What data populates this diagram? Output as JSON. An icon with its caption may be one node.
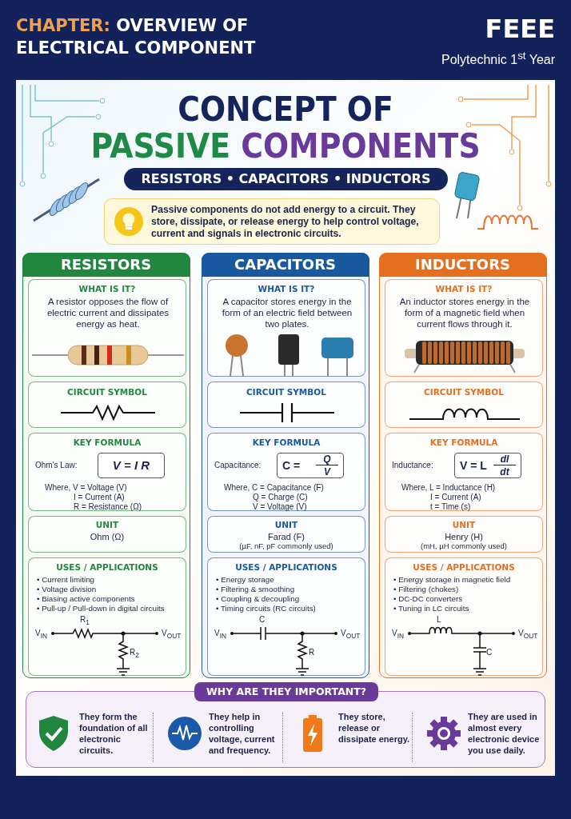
{
  "diagram": {
    "title": "CONCEPT OF **PASSIVE** *COMPONENTS*",
    "nodes": [
      {
        "text": [
          "RESISTORS • CAPACITORS • INDUCTORS"
        ]
      },
      {
        "text": [
          "Passive components do not add energy to a circuit. They store, dissipate, or release energy to help control voltage, current and signals in electronic circuits."
        ]
      },
      {
        "text": [
          "RESISTORS"
        ]
      },
      {
        "text": [
          "WHAT IS IT?",
          "A resistor opposes the flow of electric current and dissipates energy as heat."
        ],
        "in": 2
      },
      {
        "text": [
          "CIRCUIT SYMBOL"
        ],
        "in": 2
      },
      {
        "text": [
          "KEY FORMULA",
          "Ohm's Law:",
          "Where, V = Voltage (V)",
          "I = Current (A)",
          "R = Resistance (Ω)"
        ],
        "in": 2
      },
      {
        "text": [
          "V = I R"
        ],
        "in": 5
      },
      {
        "text": [
          "UNIT",
          "Ohm (Ω)"
        ],
        "in": 2
      },
      {
        "text": [
          "USES / APPLICATIONS",
          "• Current limiting",
          "• Voltage division",
          "• Biasing active components",
          "• Pull-up / Pull-down in digital circuits",
          "V$_{IN}$",
          "R$_{1}$",
          "V$_{OUT}$",
          "R$_{2}$"
        ],
        "in": 2
      },
      {
        "text": [
          "CAPACITORS"
        ]
      },
      {
        "text": [
          "WHAT IS IT?",
          "A capacitor stores energy in the form of an electric field between two plates."
        ],
        "in": 9
      },
      {
        "text": [
          "CIRCUIT SYMBOL"
        ],
        "in": 9
      },
      {
        "text": [
          "KEY FORMULA",
          "Capacitance:",
          "Where, C = Capacitance (F)",
          "Q = Charge (C)",
          "V = Voltage (V)"
        ],
        "in": 9
      },
      {
        "text": [
          "C =",
          "Q",
          "V"
        ],
        "in": 12
      },
      {
        "text": [
          "UNIT",
          "Farad (F)",
          "(µF, nF, pF commonly used)"
        ],
        "in": 9
      },
      {
        "text": [
          "USES / APPLICATIONS",
          "• Energy storage",
          "• Filtering & smoothing",
          "• Coupling & decoupling",
          "• Timing circuits (RC circuits)",
          "V$_{IN}$",
          "C",
          "V$_{OUT}$",
          "R"
        ],
        "in": 9
      },
      {
        "text": [
          "INDUCTORS"
        ]
      },
      {
        "text": [
          "WHAT IS IT?",
          "An inductor stores energy in the form of a magnetic field when current flows through it."
        ],
        "in": 16
      },
      {
        "text": [
          "CIRCUIT SYMBOL"
        ],
        "in": 16
      },
      {
        "text": [
          "KEY FORMULA",
          "Inductance:",
          "Where, L = Inductance (H)",
          "I = Current (A)",
          "t = Time (s)"
        ],
        "in": 16
      },
      {
        "text": [
          "V = L",
          "dI",
          "dt"
        ],
        "in": 19
      },
      {
        "text": [
          "UNIT",
          "Henry (H)",
          "(mH, µH commonly used)"
        ],
        "in": 16
      },
      {
        "text": [
          "USES / APPLICATIONS",
          "• Energy storage in magnetic field",
          "• Filtering (chokes)",
          "• DC-DC converters",
          "• Tuning in LC circuits",
          "V$_{IN}$",
          "L",
          "V$_{OUT}$",
          "C"
        ],
        "in": 16
      },
      {
        "text": [
          "WHY ARE THEY IMPORTANT?",
          "They form the foundation of all electronic circuits.",
          "They help in controlling voltage, current and frequency.",
          "They store, release or dissipate energy.",
          "They are used in almost every electronic device you use daily."
        ]
      }
    ],
    "labels": [
      "**CHAPTER:** OVERVIEW OF ELECTRICAL COMPONENT",
      "FEEE",
      "Polytechnic 1$^{st}$ Year"
    ]
  }
}
